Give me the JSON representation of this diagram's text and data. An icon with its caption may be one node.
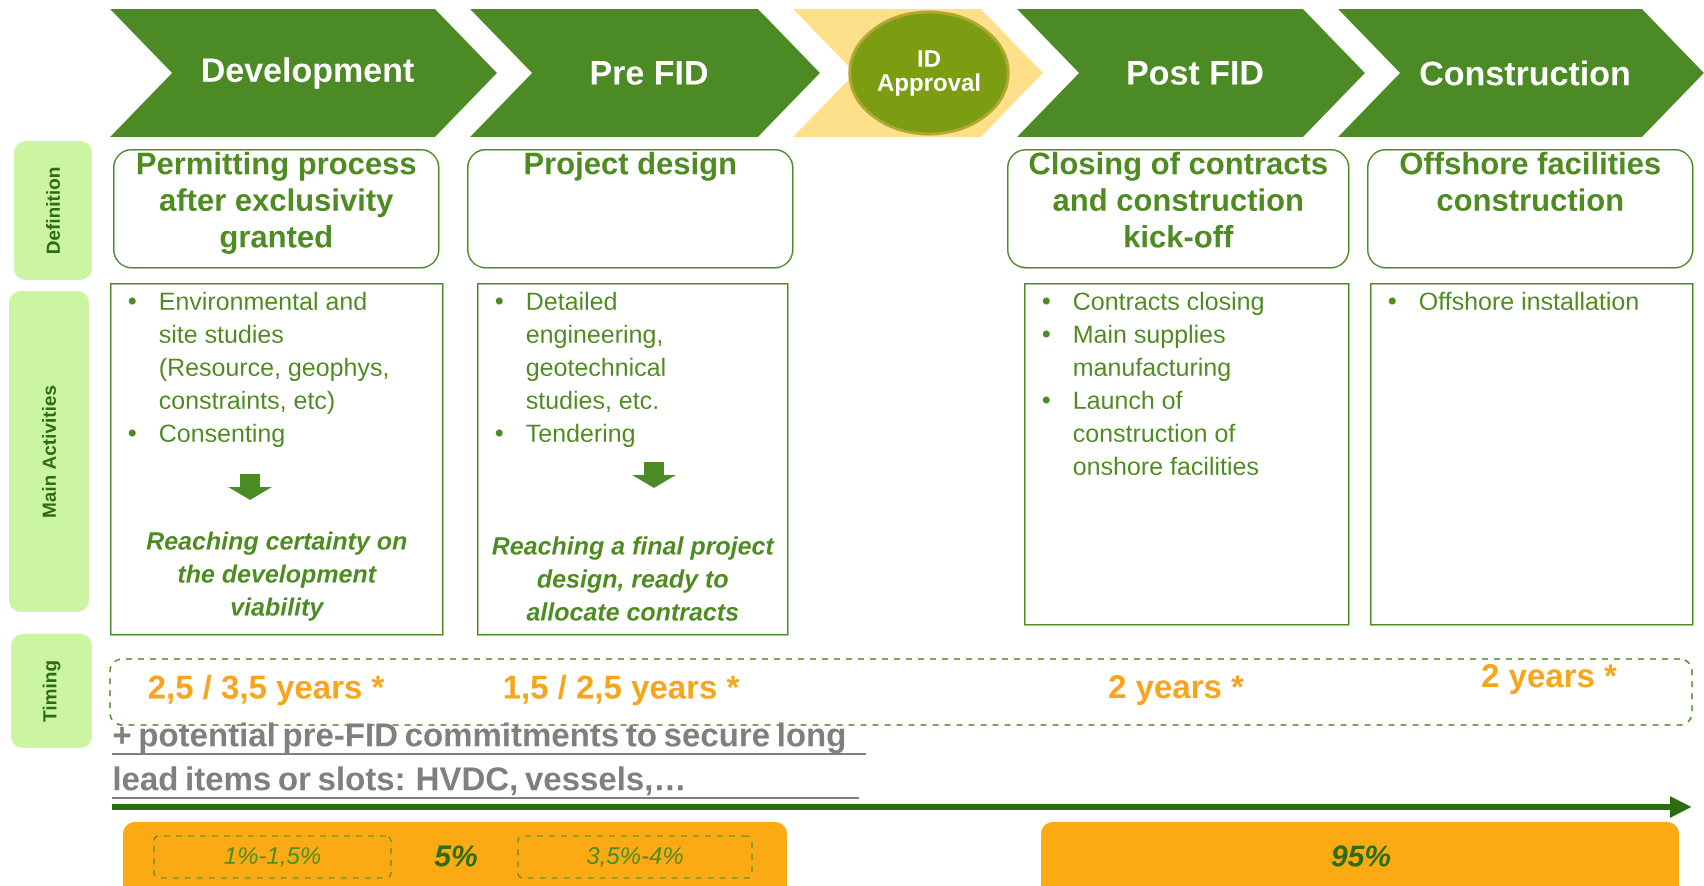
{
  "diagram": {
    "nodes": [
      {
        "text": [
          "Development"
        ]
      },
      {
        "text": [
          "Pre FID"
        ]
      },
      {
        "text": [],
        "shape": "chevron"
      },
      {
        "text": [
          "ID Approval"
        ],
        "in": 2
      },
      {
        "text": [
          "Post FID"
        ]
      },
      {
        "text": [
          "Construction"
        ]
      },
      {
        "text": [
          "Definition"
        ]
      },
      {
        "text": [
          "Main Activities"
        ]
      },
      {
        "text": [
          "Timing"
        ]
      },
      {
        "text": [
          "Permitting process after exclusivity granted"
        ]
      },
      {
        "text": [
          "Project design"
        ]
      },
      {
        "text": [
          "Closing of contracts and construction kick-off"
        ]
      },
      {
        "text": [
          "Offshore facilities construction"
        ]
      },
      {
        "text": [
          "Environmental and site studies (Resource, geophys, constraints, etc)",
          "Consenting",
          "Reaching certainty on the development viability"
        ]
      },
      {
        "text": [
          "Detailed engineering, geotechnical studies, etc.",
          "Tendering",
          "Reaching a final project design, ready to allocate contracts"
        ]
      },
      {
        "text": [
          "Contracts closing",
          "Main supplies manufacturing",
          "Launch of construction of onshore facilities"
        ]
      },
      {
        "text": [
          "Offshore installation"
        ]
      },
      {
        "text": [
          "2,5 / 3,5 years *",
          "1,5 / 2,5 years *",
          "2 years *",
          "2 years *"
        ]
      },
      {
        "text": [
          "5%"
        ]
      },
      {
        "text": [
          "1%-1,5%"
        ],
        "in": 18
      },
      {
        "text": [
          "3,5%-4%"
        ],
        "in": 18
      },
      {
        "text": [
          "95%"
        ]
      }
    ],
    "labels": [
      "+ potential pre-FID commitments to secure long lead items or slots: HVDC, vessels,…"
    ]
  }
}
